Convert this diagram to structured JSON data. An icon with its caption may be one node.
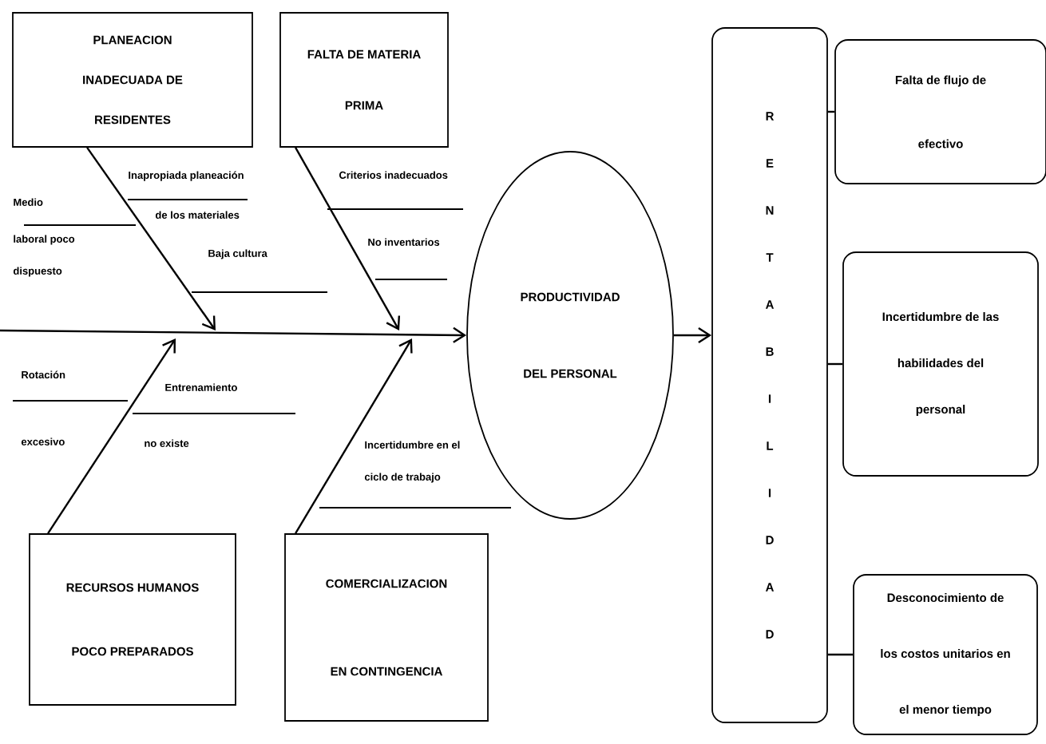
{
  "diagram": {
    "nodes": [
      {
        "text": [
          "PLANEACION INADECUADA DE RESIDENTES"
        ]
      },
      {
        "text": [
          "FALTA DE MATERIA PRIMA"
        ]
      },
      {
        "text": [
          "RECURSOS HUMANOS POCO PREPARADOS"
        ]
      },
      {
        "text": [
          "COMERCIALIZACION EN CONTINGENCIA"
        ]
      },
      {
        "text": [
          "PRODUCTIVIDAD DEL PERSONAL"
        ]
      },
      {
        "text": [
          "R E N T A B I L I D A D"
        ]
      },
      {
        "text": [
          "Falta de flujo de efectivo"
        ]
      },
      {
        "text": [
          "Incertidumbre de las habilidades del personal"
        ]
      },
      {
        "text": [
          "Desconocimiento de los costos unitarios en el menor tiempo"
        ]
      }
    ],
    "edges": [
      {
        "from": 0,
        "to": null,
        "arrow": "to"
      },
      {
        "from": 1,
        "to": null,
        "arrow": "to"
      },
      {
        "from": 2,
        "to": null,
        "arrow": "to"
      },
      {
        "from": 3,
        "to": null,
        "arrow": "to"
      },
      {
        "from": null,
        "to": 4,
        "arrow": "to"
      },
      {
        "from": 4,
        "to": 5,
        "arrow": "to"
      },
      {
        "from": 5,
        "to": 6,
        "arrow": "none"
      },
      {
        "from": 5,
        "to": 7,
        "arrow": "none"
      },
      {
        "from": 5,
        "to": 8,
        "arrow": "none"
      }
    ],
    "labels": [
      "Medio",
      "laboral poco dispuesto",
      "Inapropiada planeación",
      "de los materiales",
      "Baja cultura",
      "Criterios inadecuados",
      "No inventarios",
      "Rotación",
      "excesivo",
      "Entrenamiento",
      "no existe",
      "Incertidumbre en el ciclo de trabajo"
    ]
  }
}
